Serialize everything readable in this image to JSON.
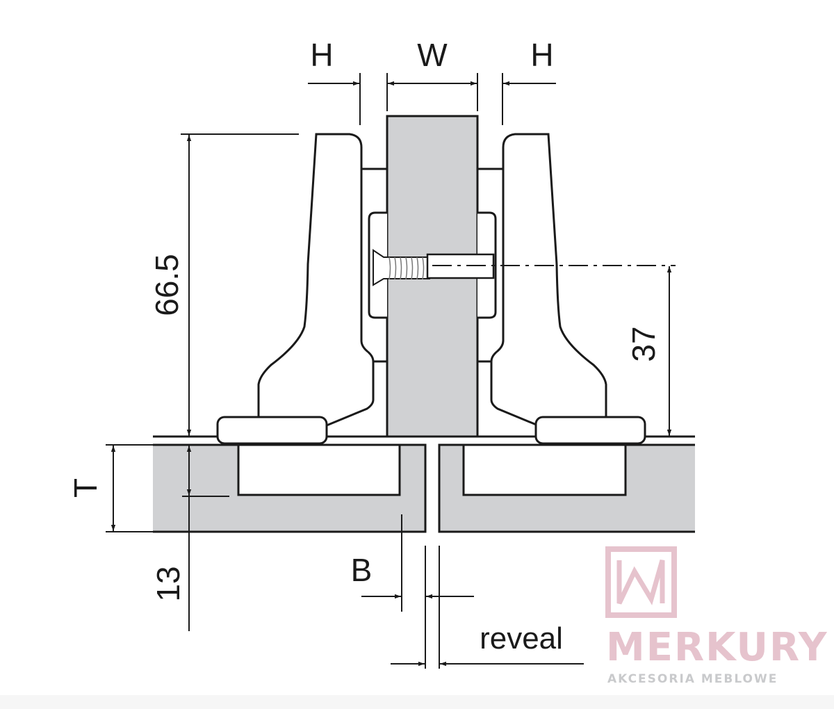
{
  "dimensions": {
    "hinge_overlay_left": "H",
    "door_width": "W",
    "hinge_overlay_right": "H",
    "hinge_height": "66.5",
    "screw_height": "37",
    "door_thickness": "T",
    "cup_depth": "13",
    "boring_distance": "B",
    "reveal": "reveal"
  },
  "watermark": {
    "brand": "MERKURY",
    "tagline": "AKCESORIA MEBLOWE"
  },
  "colors": {
    "panel_fill": "#d0d1d3",
    "line": "#1a1a1a",
    "watermark_pink": "#e6c3cd",
    "watermark_grey": "#c9cacc"
  }
}
